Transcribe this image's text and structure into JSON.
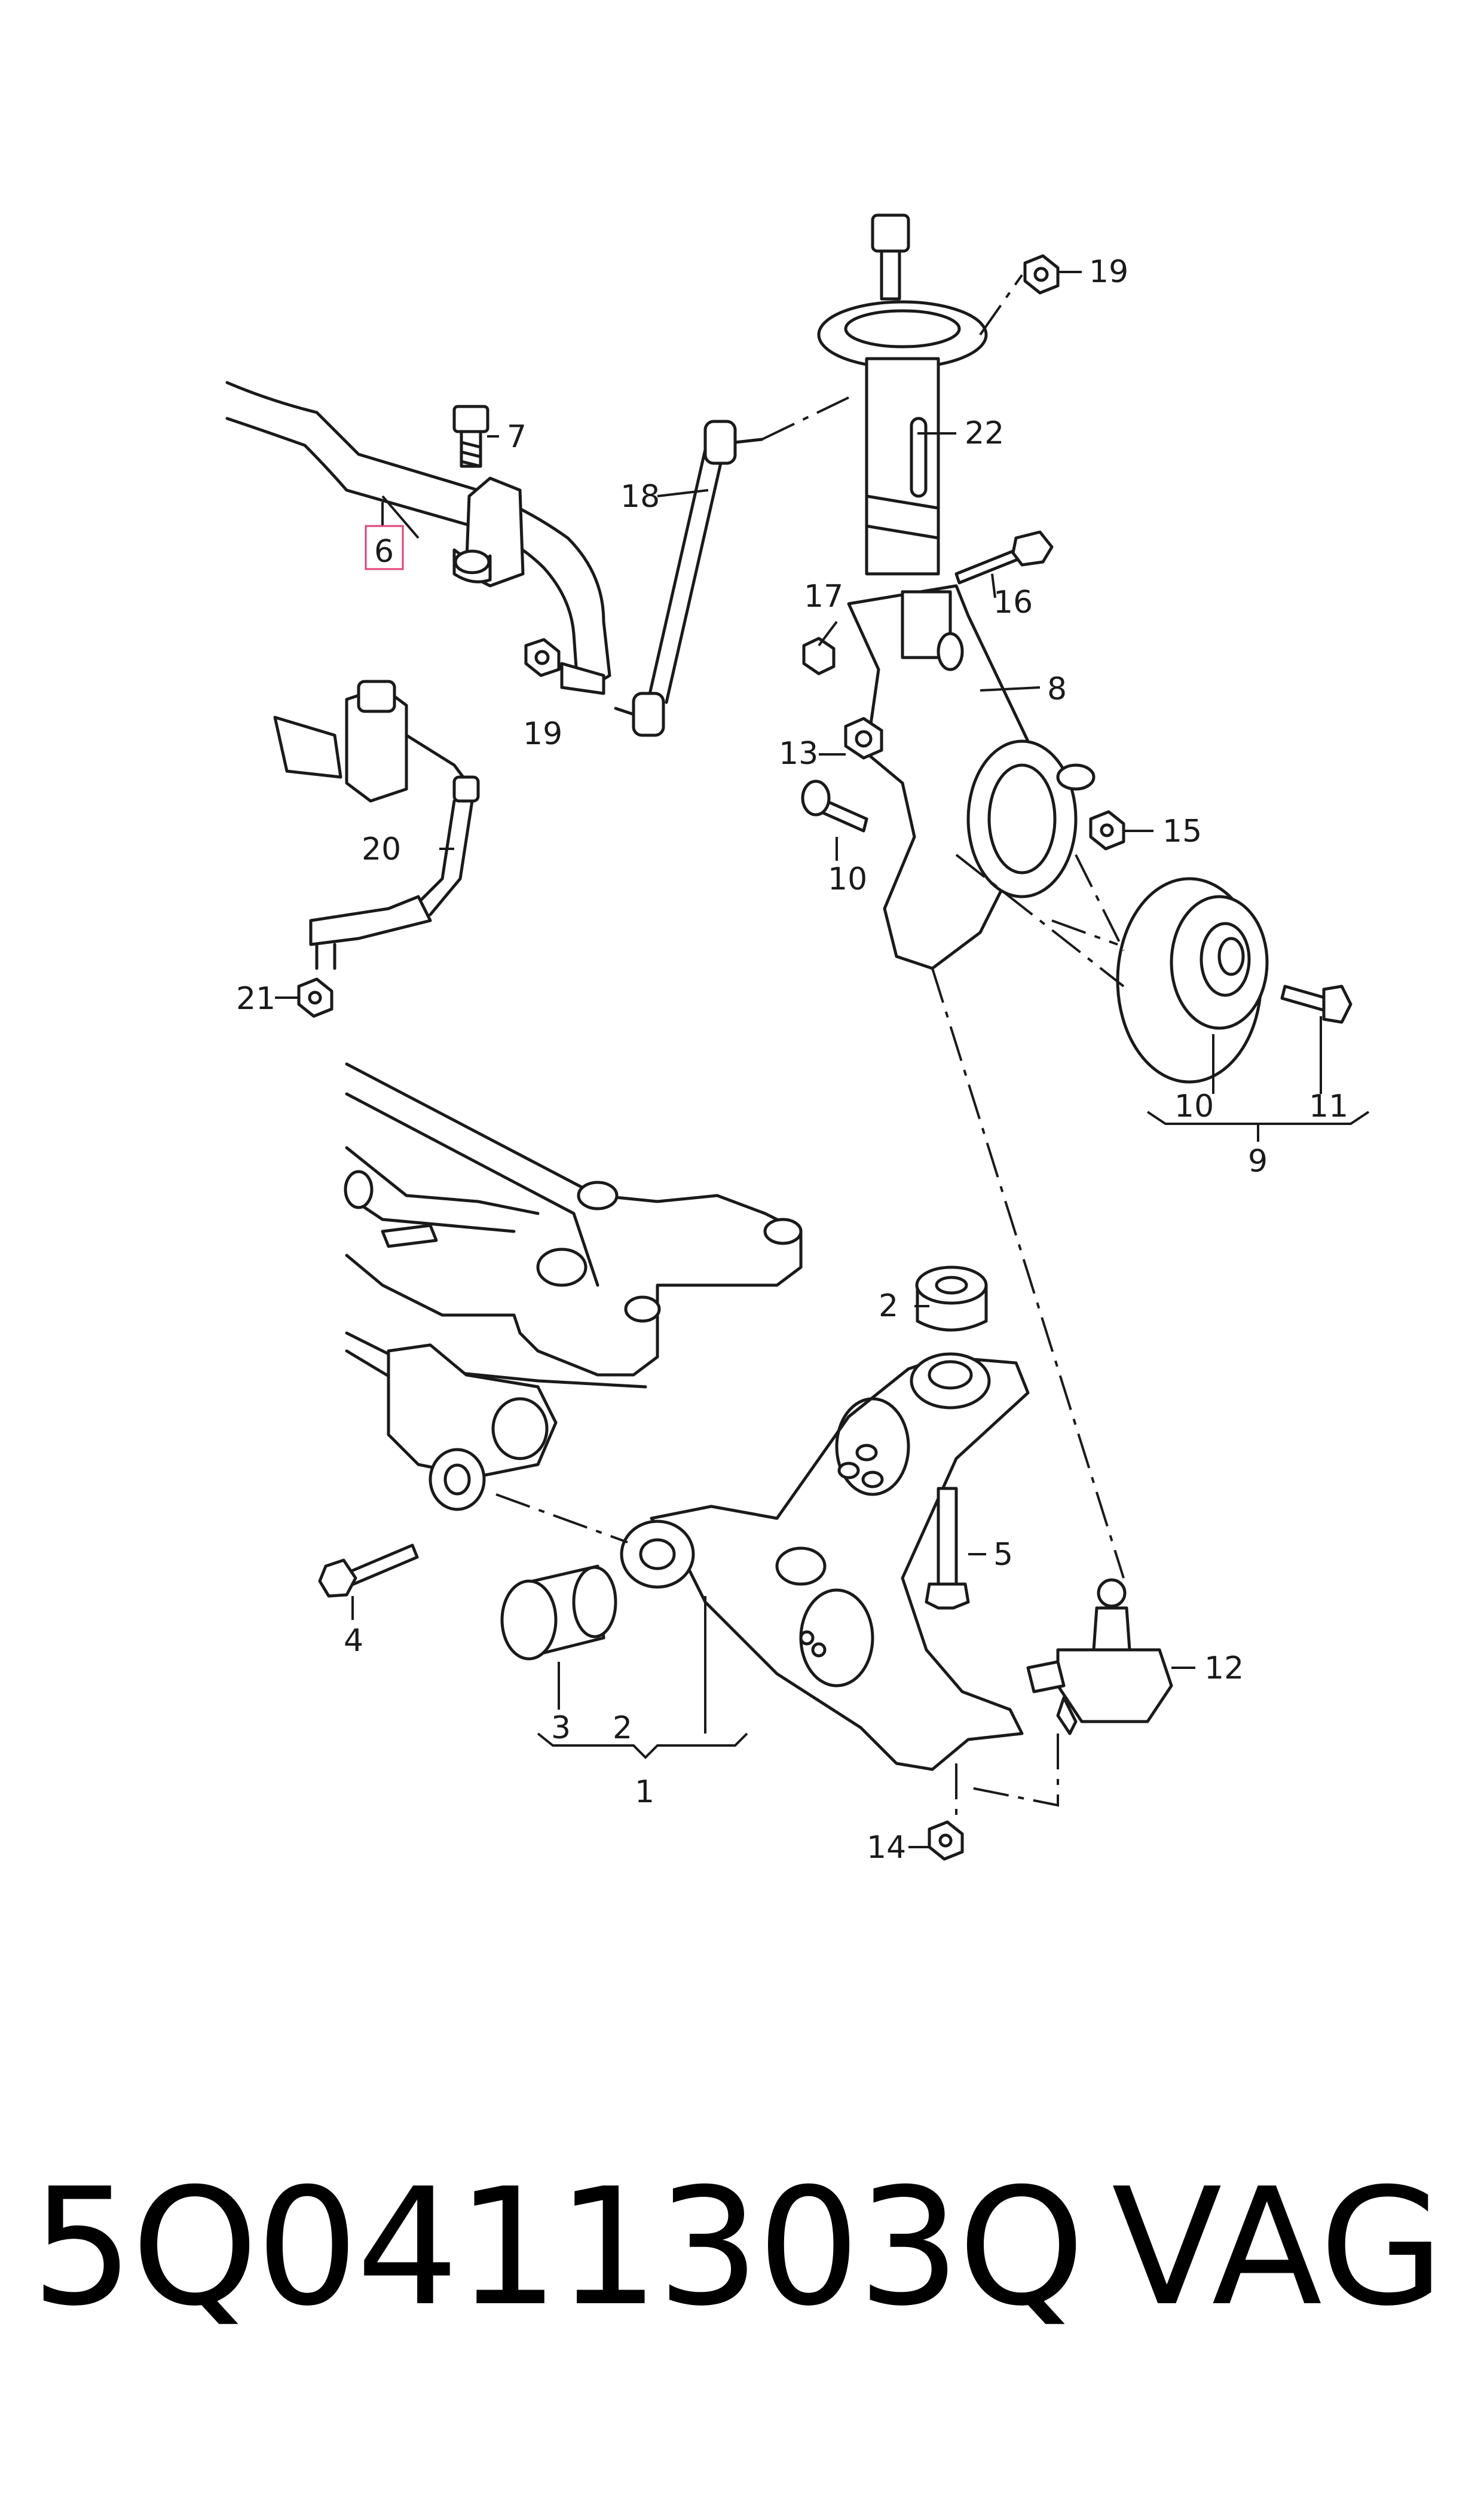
{
  "callouts": {
    "c1": "1",
    "c2a": "2",
    "c2b": "2",
    "c3": "3",
    "c4": "4",
    "c5": "5",
    "c6": "6",
    "c7": "7",
    "c8": "8",
    "c9": "9",
    "c10a": "10",
    "c10b": "10",
    "c11": "11",
    "c12": "12",
    "c13": "13",
    "c14": "14",
    "c15": "15",
    "c16": "16",
    "c17": "17",
    "c18": "18",
    "c19a": "19",
    "c19b": "19",
    "c20": "20",
    "c21": "21",
    "c22": "22"
  },
  "highlighted_callout": "6",
  "highlight_color": "#e0407a",
  "footer": {
    "part_number": "5Q0411303Q",
    "brand": "VAG"
  }
}
